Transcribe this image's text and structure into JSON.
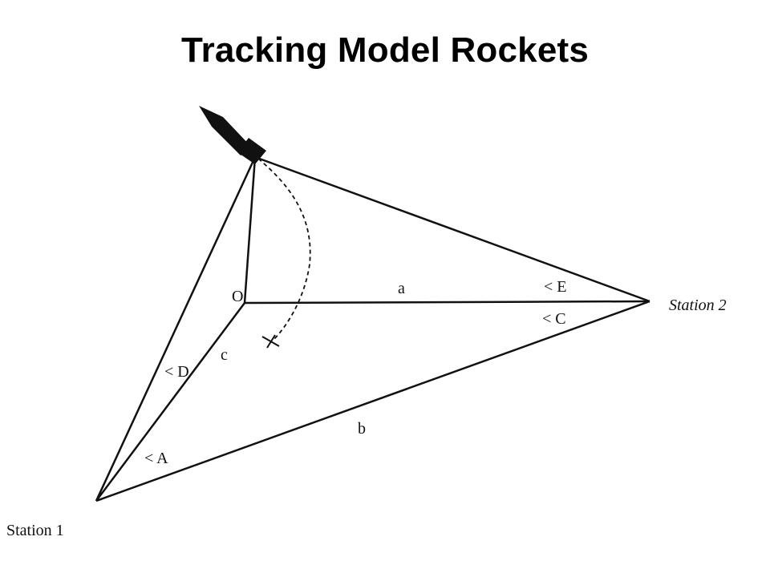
{
  "title": "Tracking Model Rockets",
  "diagram": {
    "labels": {
      "origin": "O",
      "side_a": "a",
      "side_b": "b",
      "side_c": "c",
      "angle_a": "< A",
      "angle_c": "< C",
      "angle_d": "< D",
      "angle_e": "< E",
      "station_1": "Station 1",
      "station_2": "Station 2"
    },
    "icons": [
      "rocket-icon",
      "landing-x-icon"
    ]
  }
}
